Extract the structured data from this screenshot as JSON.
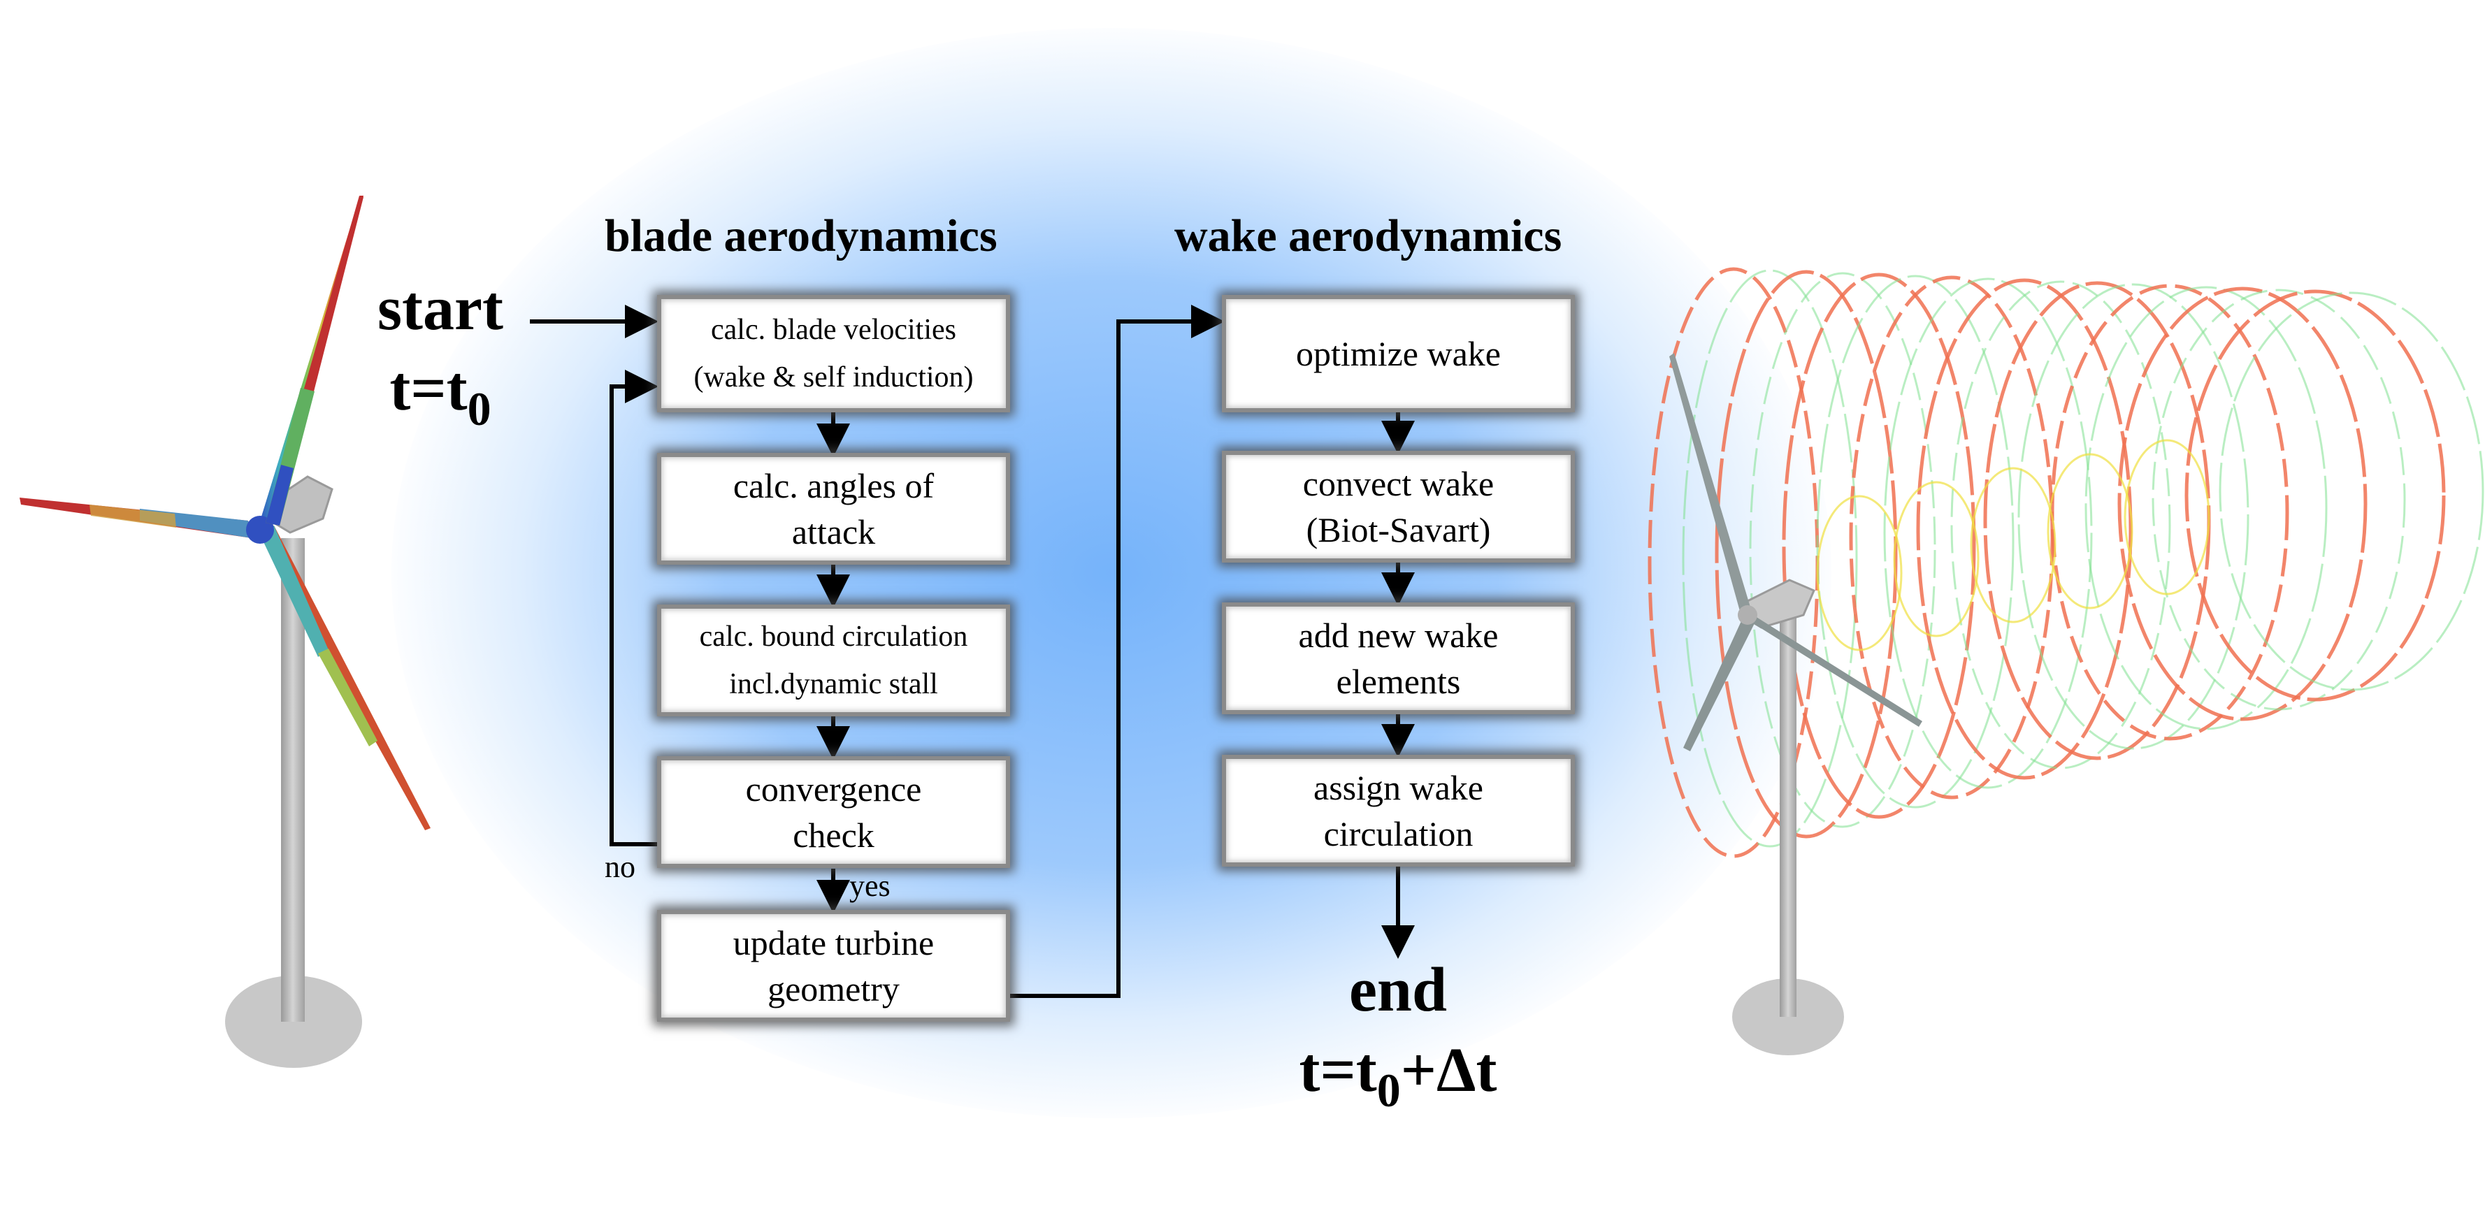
{
  "headers": {
    "blade": "blade aerodynamics",
    "wake": "wake aerodynamics"
  },
  "start": {
    "label": "start",
    "time_prefix": "t=t",
    "time_sub": "0"
  },
  "end": {
    "label": "end",
    "time_prefix": "t=t",
    "time_sub": "0",
    "time_suffix": "+Δt"
  },
  "blade_steps": [
    {
      "line1": "calc. blade velocities",
      "line2": "(wake & self induction)"
    },
    {
      "line1": "calc. angles of",
      "line2": "attack"
    },
    {
      "line1": "calc. bound circulation",
      "line2": "incl.dynamic stall"
    },
    {
      "line1": "convergence",
      "line2": "check"
    },
    {
      "line1": "update turbine",
      "line2": "geometry"
    }
  ],
  "wake_steps": [
    {
      "line1": "optimize wake"
    },
    {
      "line1": "convect wake",
      "line2": "(Biot-Savart)"
    },
    {
      "line1": "add new wake",
      "line2": "elements"
    },
    {
      "line1": "assign wake",
      "line2": "circulation"
    }
  ],
  "branch_labels": {
    "no": "no",
    "yes": "yes"
  },
  "colors": {
    "glow": "#6eaffa",
    "box_border": "#8a8a8a",
    "tower": "#b4b4b4",
    "wake_red": "#f07050",
    "wake_green": "#80e090",
    "wake_yellow": "#f0e040"
  }
}
